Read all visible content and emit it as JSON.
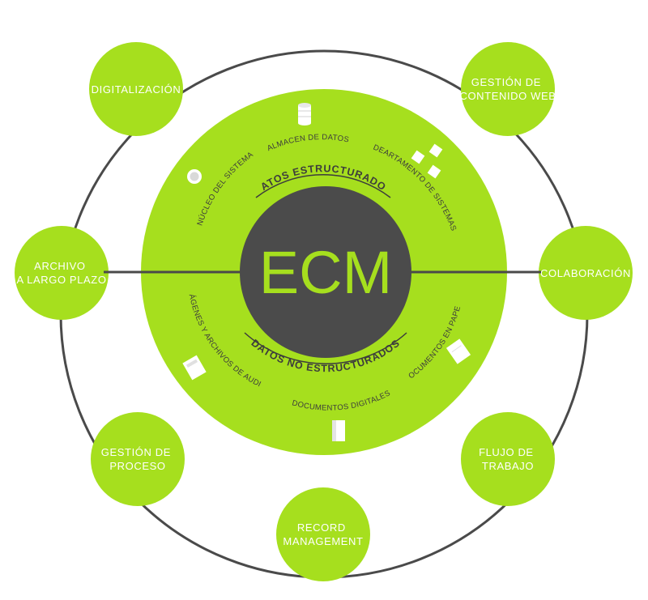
{
  "center": {
    "label": "ECM"
  },
  "sections": {
    "structured": {
      "title": "DATOS ESTRUCTURADOS",
      "items": [
        "NÚCLEO DEL SISTEMA",
        "ALMACEN DE DATOS",
        "DEARTAMENTO DE SISTEMAS"
      ]
    },
    "unstructured": {
      "title": "DATOS NO ESTRUCTURADOS",
      "items": [
        "IMÁGENES Y ARCHIVOS DE AUDIO",
        "DOCUMENTOS DIGITALES",
        "DOCUMENTOS EN PAPEL"
      ]
    }
  },
  "nodes": {
    "digitalizacion": [
      "DIGITALIZACIÓN"
    ],
    "gestion_contenido": [
      "GESTIÓN DE",
      "CONTENIDO WEB"
    ],
    "colaboracion": [
      "COLABORACIÓN"
    ],
    "flujo_trabajo": [
      "FLUJO DE",
      "TRABAJO"
    ],
    "record_management": [
      "RECORD",
      "MANAGEMENT"
    ],
    "gestion_proceso": [
      "GESTIÓN DE",
      "PROCESO"
    ],
    "archivo_largo_plazo": [
      "ARCHIVO",
      "A LARGO PLAZO"
    ]
  },
  "colors": {
    "green": "#a6df1e",
    "dark": "#4b4b4b",
    "line": "#4a4a4a",
    "white": "#ffffff"
  },
  "icons": [
    "circle-icon",
    "database-icon",
    "boxes-icon",
    "image-icon",
    "document-icon",
    "paper-icon"
  ]
}
